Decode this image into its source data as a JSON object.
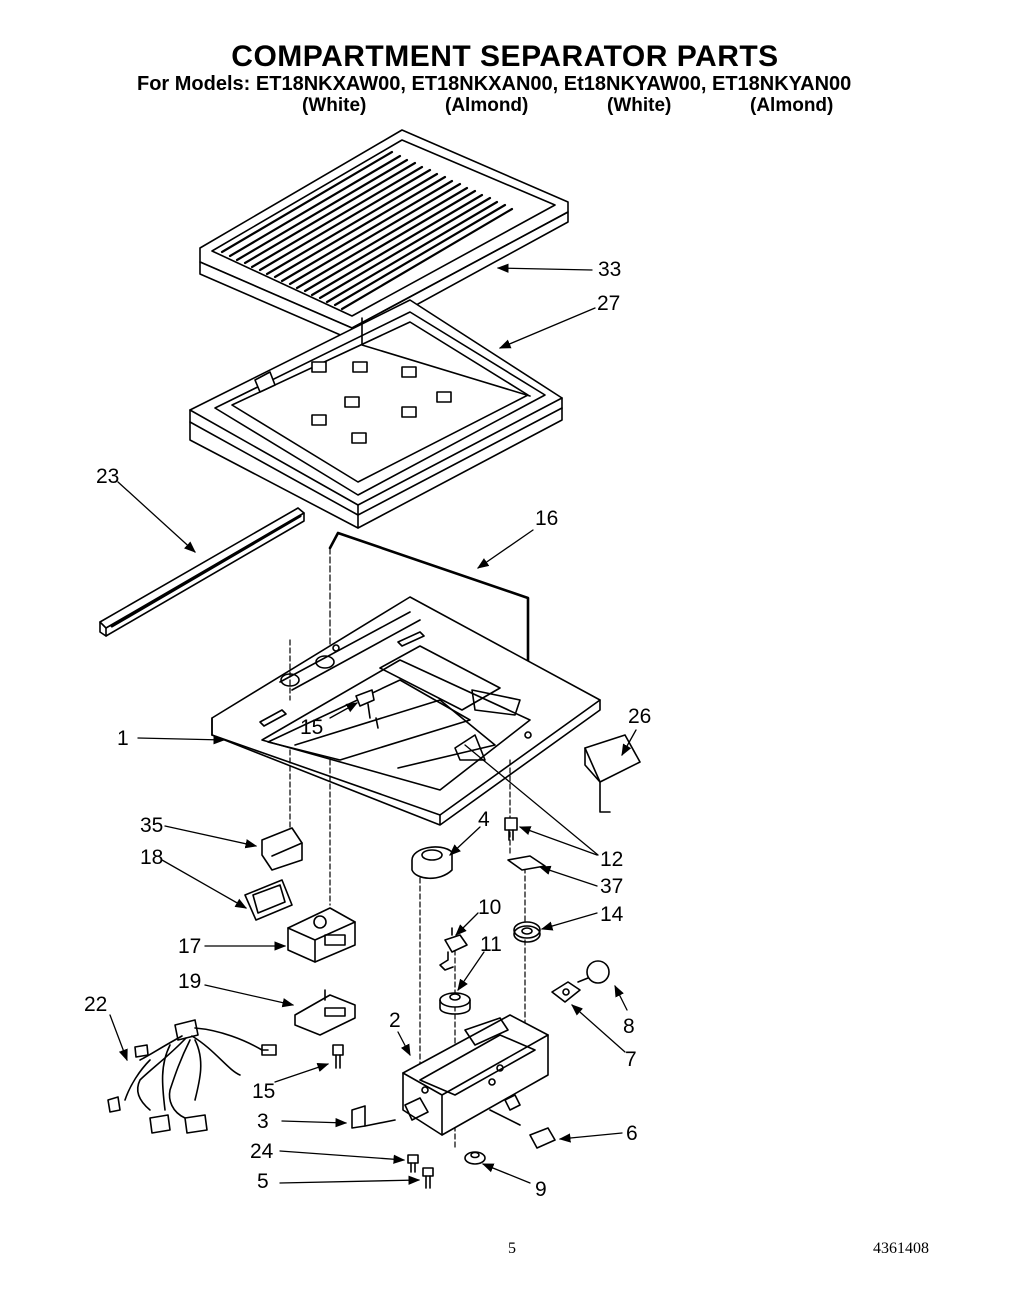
{
  "header": {
    "title": "COMPARTMENT SEPARATOR PARTS",
    "models_line": "For Models: ET18NKXAW00, ET18NKXAN00, Et18NKYAW00, ET18NKYAN00",
    "variants": [
      "(White)",
      "(Almond)",
      "(White)",
      "(Almond)"
    ]
  },
  "callouts": {
    "p33": "33",
    "p27": "27",
    "p23": "23",
    "p16": "16",
    "p1": "1",
    "p15a": "15",
    "p26": "26",
    "p35": "35",
    "p4": "4",
    "p12": "12",
    "p18": "18",
    "p37": "37",
    "p10": "10",
    "p14": "14",
    "p17": "17",
    "p11": "11",
    "p19": "19",
    "p8": "8",
    "p22": "22",
    "p2": "2",
    "p7": "7",
    "p15b": "15",
    "p3": "3",
    "p6": "6",
    "p24": "24",
    "p9": "9",
    "p5": "5"
  },
  "footer": {
    "page_number": "5",
    "doc_number": "4361408"
  }
}
